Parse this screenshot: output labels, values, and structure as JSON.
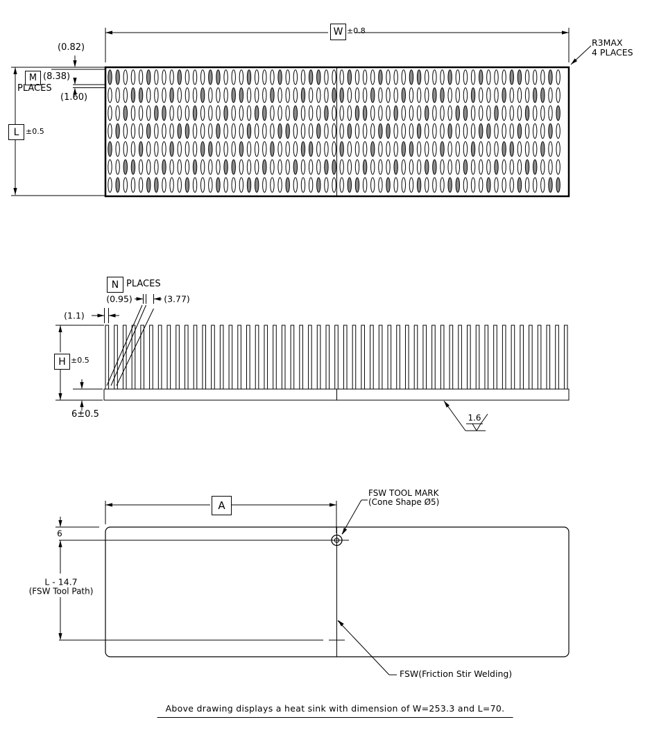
{
  "note": "Above drawing displays a heat sink with dimension of W=253.3 and L=70.",
  "top_view": {
    "dim_w": {
      "letter": "W",
      "tol": "±0.8"
    },
    "dim_l": {
      "letter": "L",
      "tol": "±0.5"
    },
    "corner_radius": "R3MAX",
    "corner_places": "4 PLACES",
    "dim_edge_offset": "(0.82)",
    "dim_pitch_letter": "M",
    "dim_pitch": "(8.38)",
    "dim_pitch_places": "PLACES",
    "dim_row_gap": "(1.60)"
  },
  "side_view": {
    "fin_count_letter": "N",
    "fin_count_places": "PLACES",
    "fin_thickness": "(0.95)",
    "fin_pitch": "(3.77)",
    "edge_offset": "(1.1)",
    "dim_h": {
      "letter": "H",
      "tol": "±0.5"
    },
    "base_thickness": "6±0.5",
    "surface_finish": "1.6"
  },
  "bottom_view": {
    "dim_a_letter": "A",
    "tool_mark_label": "FSW TOOL MARK",
    "tool_mark_detail": "(Cone Shape Ø5)",
    "edge_dim": "6",
    "tool_path_dim": "L - 14.7",
    "tool_path_label": "(FSW Tool Path)",
    "fsw_label": "FSW(Friction Stir Welding)"
  }
}
